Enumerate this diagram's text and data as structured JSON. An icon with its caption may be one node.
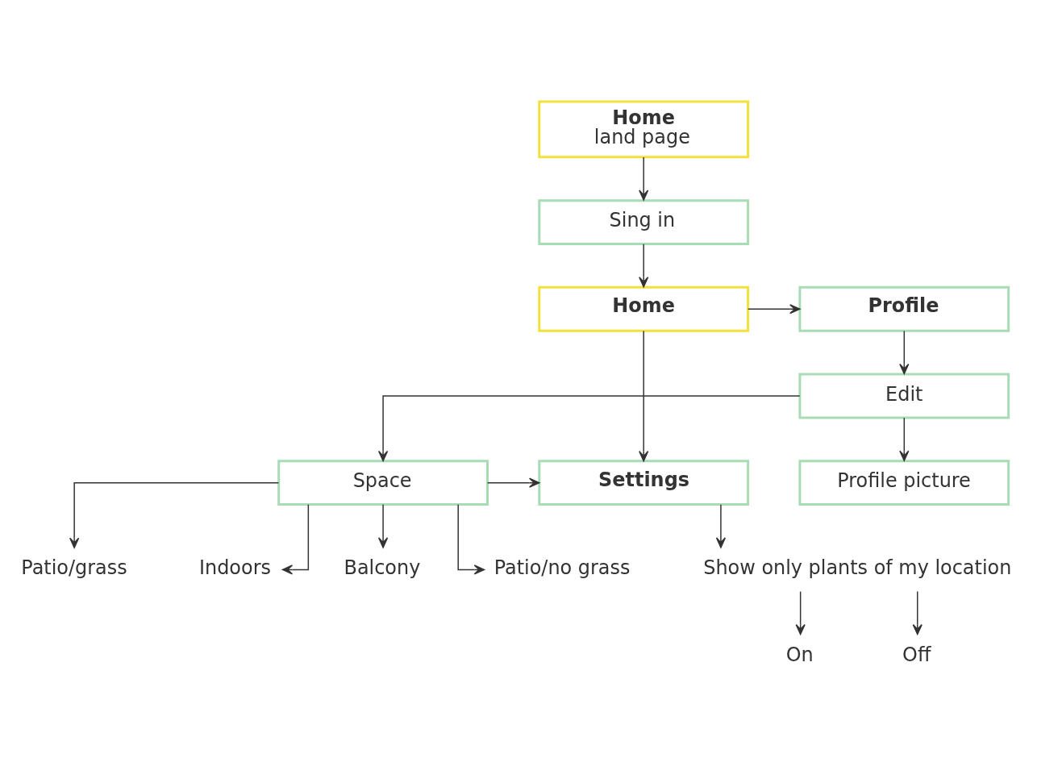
{
  "diagram": {
    "nodes": [
      {
        "text": [
          "Home",
          "land page"
        ]
      },
      {
        "text": [
          "Sing in"
        ]
      },
      {
        "text": [
          "Home"
        ]
      },
      {
        "text": [
          "Profile"
        ]
      },
      {
        "text": [
          "Edit"
        ]
      },
      {
        "text": [
          "Profile picture"
        ]
      },
      {
        "text": [
          "Space"
        ]
      },
      {
        "text": [
          "Balcony"
        ]
      },
      {
        "text": [
          "Patio/no grass"
        ]
      },
      {
        "text": [
          "Patio/grass"
        ]
      },
      {
        "text": [
          "Indoors"
        ]
      },
      {
        "text": [
          "Settings"
        ]
      },
      {
        "text": [
          "Show only plants of my location"
        ]
      },
      {
        "text": [
          "On"
        ]
      },
      {
        "text": [
          "Off"
        ]
      }
    ],
    "edges": [
      {
        "from": 0,
        "to": 1,
        "arrow": "to"
      },
      {
        "from": 1,
        "to": 2,
        "arrow": "to"
      },
      {
        "from": 2,
        "to": 3,
        "arrow": "to"
      },
      {
        "from": 3,
        "to": 4,
        "arrow": "to"
      },
      {
        "from": 4,
        "to": 5,
        "arrow": "to"
      },
      {
        "from": 4,
        "to": 6,
        "arrow": "to"
      },
      {
        "from": 6,
        "to": 7,
        "arrow": "to"
      },
      {
        "from": 6,
        "to": 8,
        "arrow": "to"
      },
      {
        "from": 6,
        "to": 9,
        "arrow": "to"
      },
      {
        "from": 6,
        "to": 10,
        "arrow": "to"
      },
      {
        "from": 2,
        "to": 11,
        "arrow": "to"
      },
      {
        "from": 6,
        "to": 11,
        "arrow": "to"
      },
      {
        "from": 11,
        "to": 12,
        "arrow": "to"
      },
      {
        "from": 12,
        "to": 13,
        "arrow": "to"
      },
      {
        "from": 12,
        "to": 14,
        "arrow": "to"
      }
    ]
  }
}
